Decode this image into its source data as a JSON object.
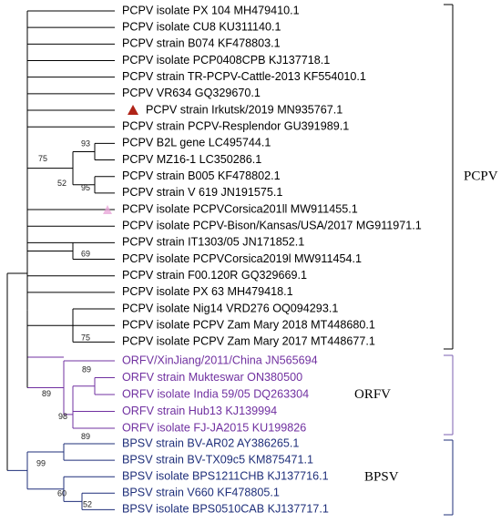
{
  "taxa": [
    {
      "label": "PCPV isolate PX 104 MH479410.1",
      "group": "pcpv"
    },
    {
      "label": "PCPV isolate CU8 KU311140.1",
      "group": "pcpv"
    },
    {
      "label": "PCPV strain B074 KF478803.1",
      "group": "pcpv"
    },
    {
      "label": "PCPV isolate PCP0408CPB KJ137718.1",
      "group": "pcpv"
    },
    {
      "label": "PCPV strain TR-PCPV-Cattle-2013 KF554010.1",
      "group": "pcpv"
    },
    {
      "label": "PCPV VR634 GQ329670.1",
      "group": "pcpv"
    },
    {
      "label": "PCPV strain Irkutsk/2019 MN935767.1",
      "group": "pcpv",
      "marker": "triangle-icon"
    },
    {
      "label": "PCPV strain PCPV-Resplendor GU391989.1",
      "group": "pcpv"
    },
    {
      "label": "PCPV B2L gene LC495744.1",
      "group": "pcpv"
    },
    {
      "label": "PCPV MZ16-1 LC350286.1",
      "group": "pcpv"
    },
    {
      "label": "PCPV strain B005 KF478802.1",
      "group": "pcpv"
    },
    {
      "label": "PCPV strain V 619 JN191575.1",
      "group": "pcpv"
    },
    {
      "label": "PCPV isolate PCPVCorsica201ll MW911455.1",
      "group": "pcpv",
      "marker": "faint-triangle-icon"
    },
    {
      "label": "PCPV isolate PCPV-Bison/Kansas/USA/2017 MG911971.1",
      "group": "pcpv"
    },
    {
      "label": "PCPV strain IT1303/05 JN171852.1",
      "group": "pcpv"
    },
    {
      "label": "PCPV isolate PCPVCorsica2019l MW911454.1",
      "group": "pcpv"
    },
    {
      "label": "PCPV strain F00.120R GQ329669.1",
      "group": "pcpv"
    },
    {
      "label": "PCPV isolate PX 63 MH479418.1",
      "group": "pcpv"
    },
    {
      "label": "PCPV isolate Nig14 VRD276 OQ094293.1",
      "group": "pcpv"
    },
    {
      "label": "PCPV isolate PCPV Zam Mary 2018 MT448680.1",
      "group": "pcpv"
    },
    {
      "label": "PCPV isolate PCPV Zam Mary 2017 MT448677.1",
      "group": "pcpv"
    },
    {
      "label": "ORFV/XinJiang/2011/China JN565694",
      "group": "orfv"
    },
    {
      "label": "ORFV strain Mukteswar ON380500",
      "group": "orfv"
    },
    {
      "label": "ORFV isolate India 59/05 DQ263304",
      "group": "orfv"
    },
    {
      "label": "ORFV strain Hub13 KJ139994",
      "group": "orfv"
    },
    {
      "label": "ORFV isolate FJ-JA2015 KU199826",
      "group": "orfv"
    },
    {
      "label": "BPSV strain BV-AR02 AY386265.1",
      "group": "bpsv"
    },
    {
      "label": "BPSV strain BV-TX09c5 KM875471.1",
      "group": "bpsv"
    },
    {
      "label": "BPSV isolate BPS1211CHB KJ137716.1",
      "group": "bpsv"
    },
    {
      "label": "BPSV strain V660 KF478805.1",
      "group": "bpsv"
    },
    {
      "label": "BPSV isolate BPS0510CAB KJ137717.1",
      "group": "bpsv"
    }
  ],
  "bootstrap": [
    "93",
    "52",
    "95",
    "75",
    "69",
    "75",
    "89",
    "98",
    "89",
    "89",
    "60",
    "52",
    "99"
  ],
  "clades": [
    {
      "name": "PCPV",
      "color": "#000000"
    },
    {
      "name": "ORFV",
      "color": "#000000"
    },
    {
      "name": "BPSV",
      "color": "#000000"
    }
  ],
  "colors": {
    "pcpv": "#000000",
    "orfv": "#7030a0",
    "bpsv": "#1f2f7a",
    "pcpv_bracket": "#000000",
    "orfv_bracket": "#7b5fb0",
    "bpsv_bracket": "#1f2f7a",
    "triangle": "#b02418",
    "faint_triangle": "#e8a6d8"
  }
}
